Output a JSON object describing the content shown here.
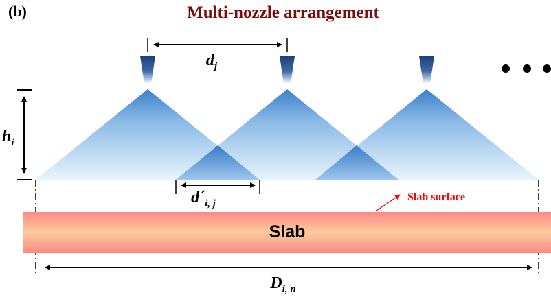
{
  "panel_label": "(b)",
  "title": "Multi-nozzle arrangement",
  "labels": {
    "nozzle_spacing": "d",
    "nozzle_spacing_sub": "j",
    "height": "h",
    "height_sub": "i",
    "overlap": "d´",
    "overlap_sub": "i, j",
    "total_width": "D",
    "total_width_sub": "i, n",
    "slab": "Slab",
    "slab_surface": "Slab surface"
  },
  "colors": {
    "title": "#7a0c0c",
    "nozzle": "#1f3f7a",
    "spray_top": "#3b7fcb",
    "spray_bottom": "#e8f4fc",
    "slab_edge": "#fd8886",
    "slab_mid": "#fccb9c",
    "surface_label": "#ff0000"
  }
}
